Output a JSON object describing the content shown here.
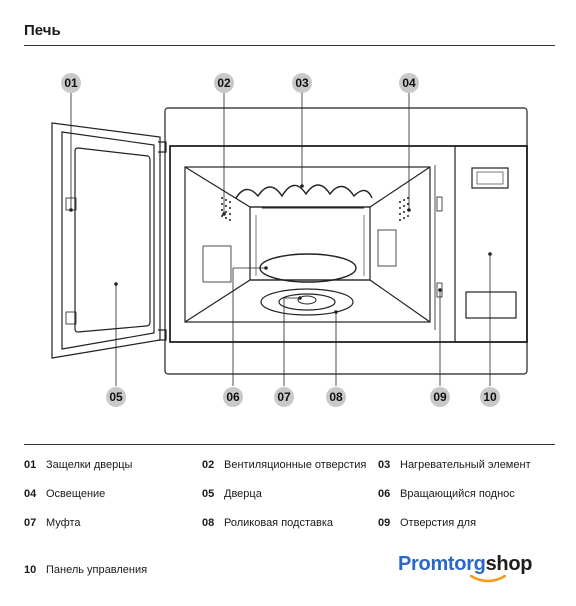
{
  "page_title": "Печь",
  "callouts": [
    "01",
    "02",
    "03",
    "04",
    "05",
    "06",
    "07",
    "08",
    "09",
    "10"
  ],
  "legend": [
    {
      "num": "01",
      "label": "Защелки дверцы"
    },
    {
      "num": "02",
      "label": "Вентиляционные отверстия"
    },
    {
      "num": "03",
      "label": "Нагревательный элемент"
    },
    {
      "num": "04",
      "label": "Освещение"
    },
    {
      "num": "05",
      "label": "Дверца"
    },
    {
      "num": "06",
      "label": "Вращающийся поднос"
    },
    {
      "num": "07",
      "label": "Муфта"
    },
    {
      "num": "08",
      "label": "Роликовая подставка"
    },
    {
      "num": "09",
      "label": "Отверстия для"
    },
    {
      "num": "10",
      "label": "Панель управления"
    }
  ],
  "logo": {
    "part1": "Promtorg",
    "part2": "shop"
  },
  "colors": {
    "badge": "#c9c9c9",
    "line": "#222222",
    "logo_blue": "#2b66c9",
    "logo_orange": "#f39a1f"
  }
}
